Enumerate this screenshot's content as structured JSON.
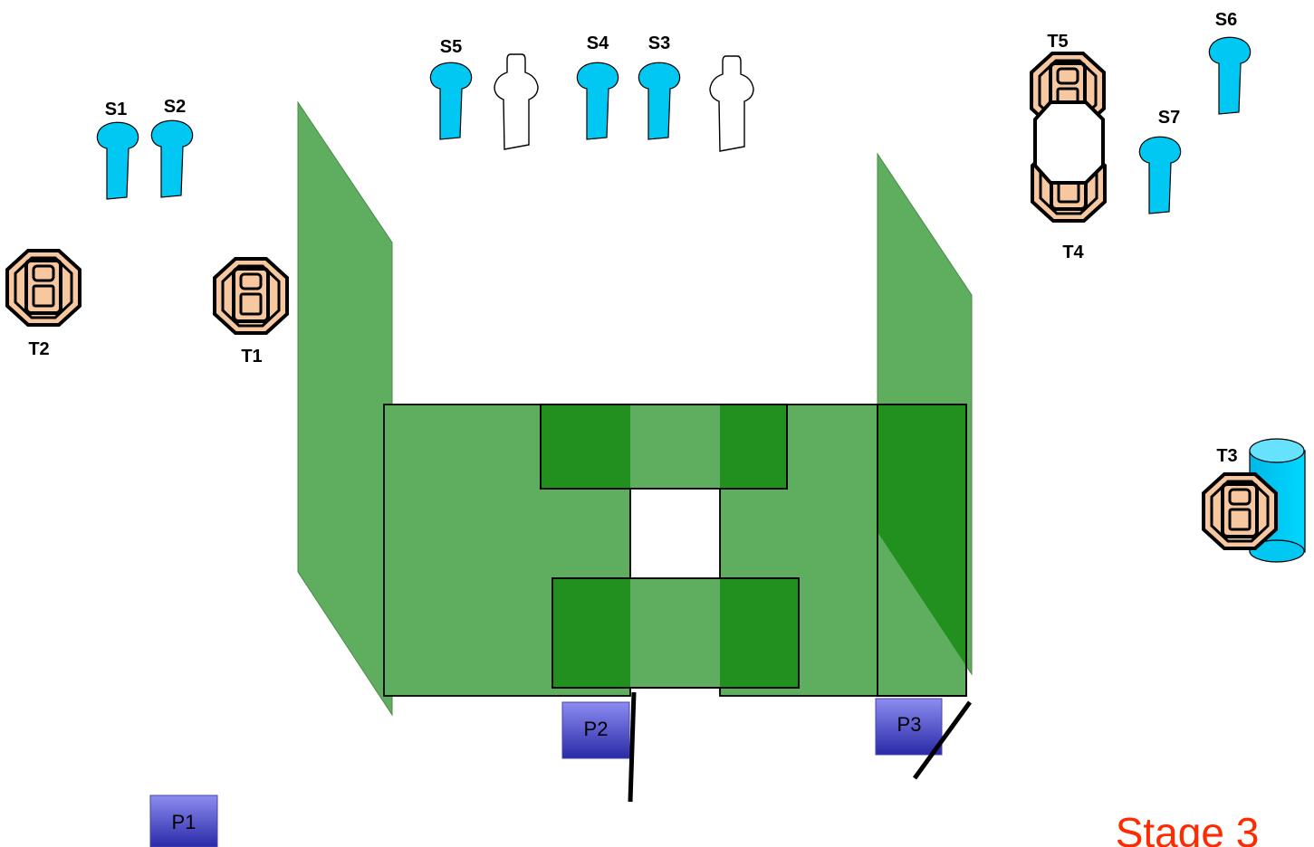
{
  "stage_label": "Stage 3",
  "colors": {
    "panel_light": "#5fae5f",
    "panel_dark": "#22901f",
    "seat_fill": "#00c8f2",
    "table_fill": "#f7c7a0",
    "cylinder_fill": "#44d9fb",
    "p_box_fill": "#6a69d9",
    "stage_label_color": "#ff2a00"
  },
  "seats": [
    {
      "id": "s1",
      "label": "S1"
    },
    {
      "id": "s2",
      "label": "S2"
    },
    {
      "id": "s5",
      "label": "S5"
    },
    {
      "id": "s4",
      "label": "S4"
    },
    {
      "id": "s3",
      "label": "S3"
    },
    {
      "id": "s6",
      "label": "S6"
    },
    {
      "id": "s7",
      "label": "S7"
    }
  ],
  "tables": [
    {
      "id": "t1",
      "label": "T1"
    },
    {
      "id": "t2",
      "label": "T2"
    },
    {
      "id": "t3",
      "label": "T3"
    },
    {
      "id": "t4",
      "label": "T4"
    },
    {
      "id": "t5",
      "label": "T5"
    }
  ],
  "points": [
    {
      "id": "p1",
      "label": "P1"
    },
    {
      "id": "p2",
      "label": "P2"
    },
    {
      "id": "p3",
      "label": "P3"
    }
  ],
  "icons": [
    "seat-icon",
    "person-outline-icon",
    "table-icon",
    "cylinder-icon",
    "octagon-icon"
  ]
}
